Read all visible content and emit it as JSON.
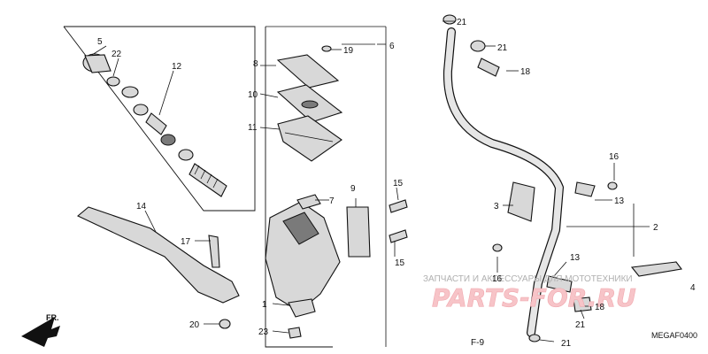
{
  "labels": {
    "l1": "1",
    "l2": "2",
    "l3": "3",
    "l4": "4",
    "l5": "5",
    "l6": "6",
    "l7": "7",
    "l8": "8",
    "l9": "9",
    "l10": "10",
    "l11": "11",
    "l12": "12",
    "l13a": "13",
    "l13b": "13",
    "l14": "14",
    "l15a": "15",
    "l15b": "15",
    "l16a": "16",
    "l16b": "16",
    "l17": "17",
    "l18a": "18",
    "l18b": "18",
    "l19": "19",
    "l20": "20",
    "l21a": "21",
    "l21b": "21",
    "l21c": "21",
    "l21d": "21",
    "l22": "22",
    "l23": "23"
  },
  "front_arrow": "FR.",
  "section_ref": "F-9",
  "diagram_code": "MEGAF0400",
  "watermark": {
    "caption": "ЗАПЧАСТИ И АКСЕССУАРЫ ДЛЯ МОТОТЕХНИКИ",
    "logo": "PARTS-FOR.RU"
  },
  "colors": {
    "line": "#111111",
    "part_fill": "#d8d8d8",
    "watermark": "#f0a8ae"
  }
}
